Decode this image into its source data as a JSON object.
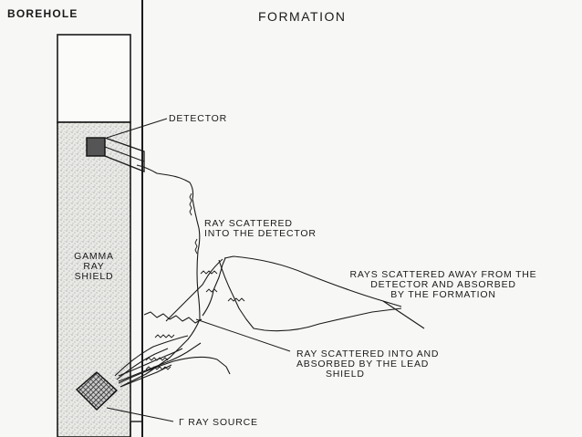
{
  "headers": {
    "borehole": "BOREHOLE",
    "formation": "FORMATION"
  },
  "labels": {
    "detector": "DETECTOR",
    "ray_scattered_into_detector": [
      "RAY SCATTERED",
      "INTO THE DETECTOR"
    ],
    "gamma_ray_shield": [
      "GAMMA",
      "RAY",
      "SHIELD"
    ],
    "rays_scattered_away": [
      "RAYS SCATTERED AWAY FROM THE",
      "DETECTOR AND ABSORBED",
      "BY THE FORMATION"
    ],
    "ray_absorbed_lead": [
      "RAY SCATTERED INTO AND",
      "ABSORBED BY THE LEAD",
      "SHIELD"
    ],
    "ray_source": "γ RAY SOURCE"
  }
}
